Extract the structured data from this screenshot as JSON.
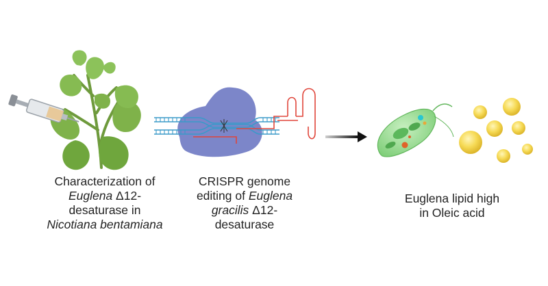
{
  "captions": {
    "plant": {
      "l1": "Characterization of",
      "l2_italic": "Euglena",
      "l2_rest": " Δ12-",
      "l3": "desaturase in",
      "l4_italic": "Nicotiana bentamiana"
    },
    "crispr": {
      "l1": "CRISPR genome",
      "l2_plain": "editing of ",
      "l2_italic": "Euglena",
      "l3_italic": "gracilis",
      "l3_rest": " Δ12-",
      "l4": "desaturase"
    },
    "euglena": {
      "l1": "Euglena lipid high",
      "l2": "in Oleic acid"
    }
  },
  "colors": {
    "leaf": "#7fb24a",
    "leaf_dark": "#5e8f33",
    "stem": "#6e9a3c",
    "cas9": "#7c86c9",
    "dna": "#3a9ac9",
    "guide_rna": "#e0453a",
    "arrow": "#1a1a1a",
    "cell": "#8fd08a",
    "lipid": "#f3d24a"
  },
  "icons": [
    "syringe-icon",
    "plant-icon",
    "cas9-protein-icon",
    "dna-helix-icon",
    "guide-rna-icon",
    "process-arrow-icon",
    "euglena-cell-icon",
    "lipid-droplet-icon"
  ]
}
